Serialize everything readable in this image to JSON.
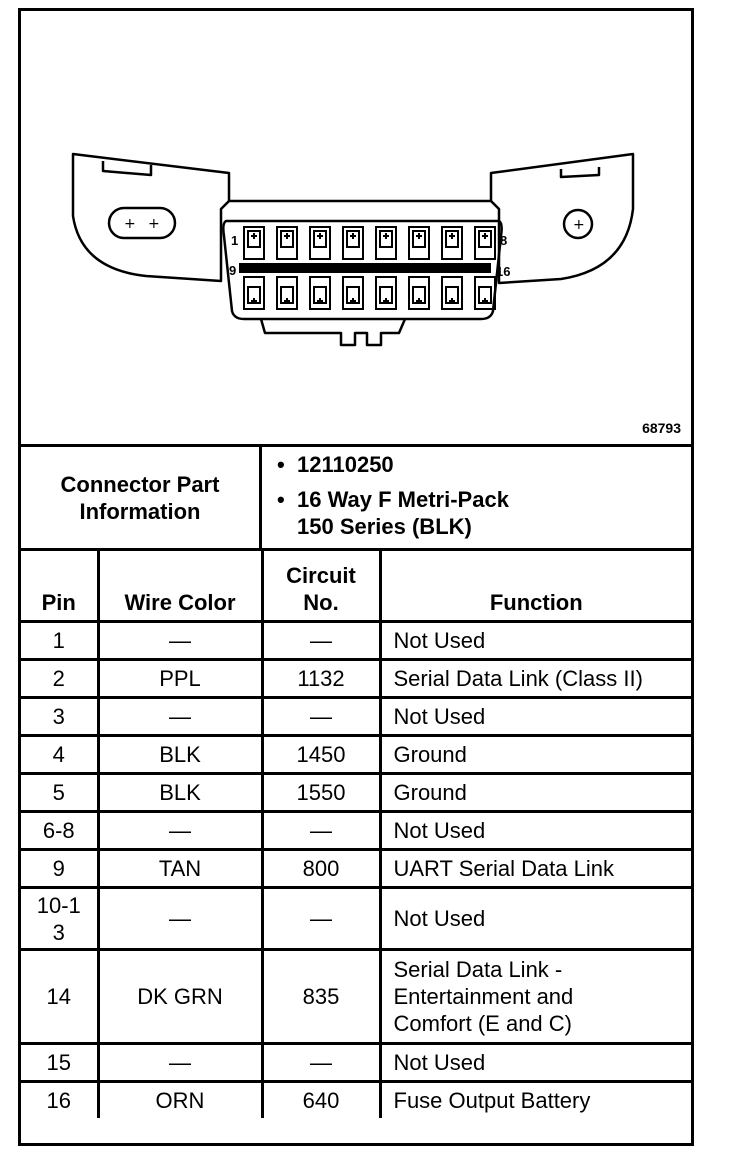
{
  "figure": {
    "number": "68793",
    "pins_top_left": "1",
    "pins_top_right": "8",
    "pins_bottom_left": "9",
    "pins_bottom_right": "16"
  },
  "connector_info": {
    "title_line1": "Connector Part",
    "title_line2": "Information",
    "bullet": "•",
    "items": [
      "12110250",
      "16 Way F Metri-Pack",
      "150 Series (BLK)"
    ]
  },
  "table": {
    "headers": {
      "pin": "Pin",
      "wire_color": "Wire Color",
      "circuit_line1": "Circuit",
      "circuit_line2": "No.",
      "function": "Function"
    },
    "rows": [
      {
        "pin": "1",
        "wire": "—",
        "circuit": "—",
        "function": [
          "Not Used"
        ]
      },
      {
        "pin": "2",
        "wire": "PPL",
        "circuit": "1132",
        "function": [
          "Serial Data Link (Class II)"
        ]
      },
      {
        "pin": "3",
        "wire": "—",
        "circuit": "—",
        "function": [
          "Not Used"
        ]
      },
      {
        "pin": "4",
        "wire": "BLK",
        "circuit": "1450",
        "function": [
          "Ground"
        ]
      },
      {
        "pin": "5",
        "wire": "BLK",
        "circuit": "1550",
        "function": [
          "Ground"
        ]
      },
      {
        "pin": "6-8",
        "wire": "—",
        "circuit": "—",
        "function": [
          "Not Used"
        ]
      },
      {
        "pin": "9",
        "wire": "TAN",
        "circuit": "800",
        "function": [
          "UART Serial Data Link"
        ]
      },
      {
        "pin": "10-13",
        "wire": "—",
        "circuit": "—",
        "function": [
          "Not Used"
        ]
      },
      {
        "pin": "14",
        "wire": "DK GRN",
        "circuit": "835",
        "function": [
          "Serial Data Link -",
          "Entertainment and",
          "Comfort (E and C)"
        ]
      },
      {
        "pin": "15",
        "wire": "—",
        "circuit": "—",
        "function": [
          "Not Used"
        ]
      },
      {
        "pin": "16",
        "wire": "ORN",
        "circuit": "640",
        "function": [
          "Fuse Output Battery"
        ]
      }
    ]
  }
}
